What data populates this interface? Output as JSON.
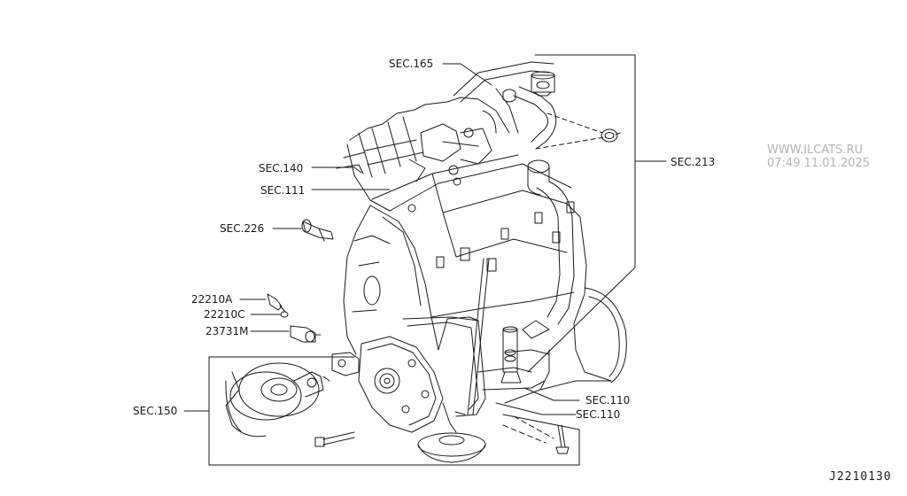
{
  "callouts": {
    "sec165": "SEC.165",
    "sec213": "SEC.213",
    "sec140": "SEC.140",
    "sec111": "SEC.111",
    "sec226": "SEC.226",
    "p22210a": "22210A",
    "p22210c": "22210C",
    "p23731m": "23731M",
    "sec150": "SEC.150",
    "sec110a": "SEC.110",
    "sec110b": "SEC.110"
  },
  "watermark": {
    "site": "WWW.ILCATS.RU",
    "timestamp": "07:49 11.01.2025"
  },
  "diagram_id": "J2210130",
  "colors": {
    "ink": "#1a1a1a",
    "watermark": "#b4b4b4",
    "background": "#ffffff"
  }
}
